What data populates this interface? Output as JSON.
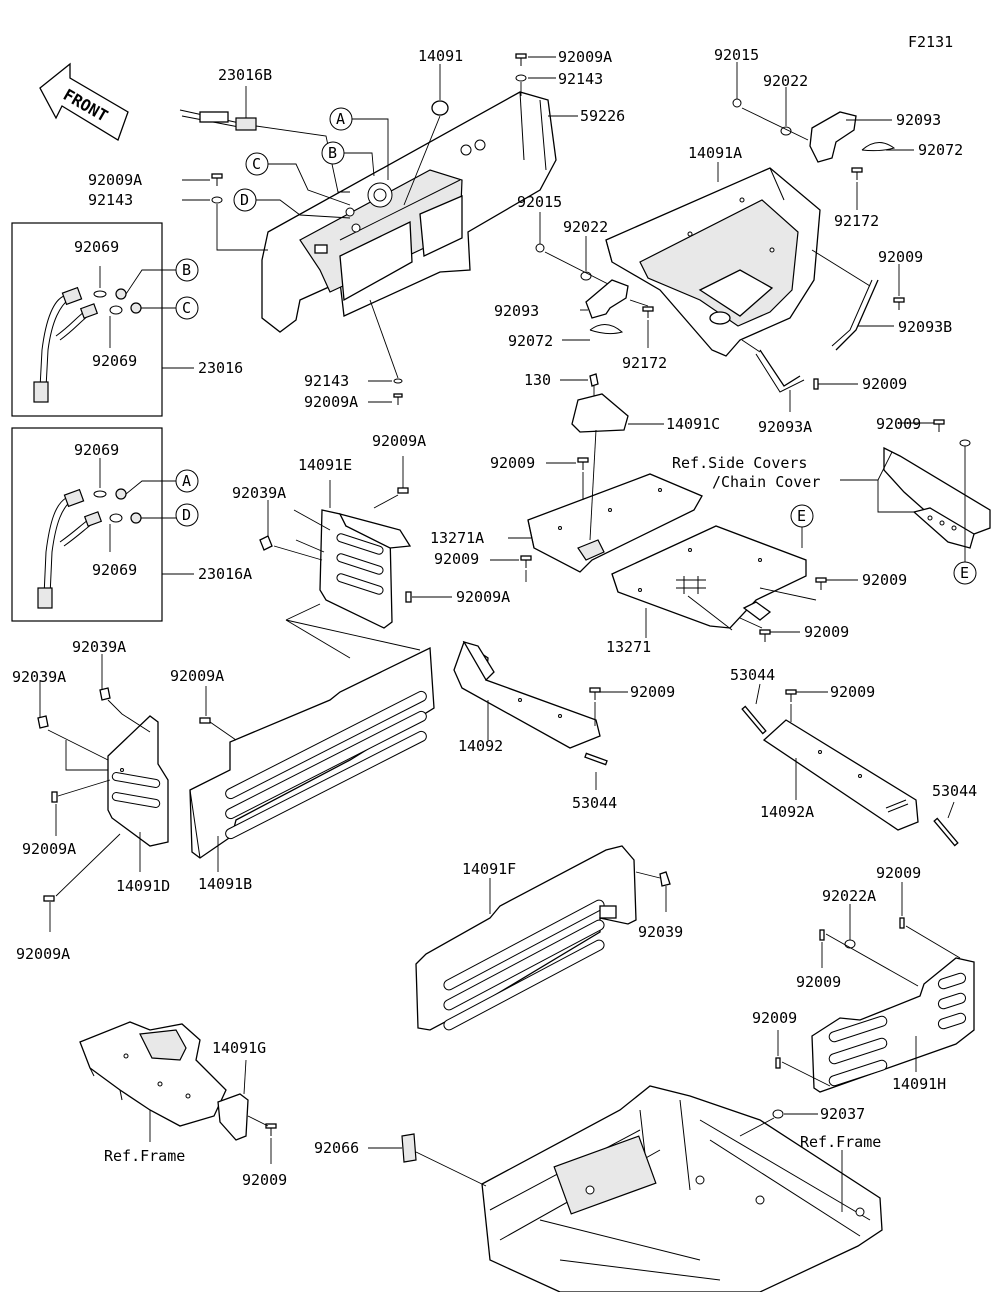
{
  "figure_code": "F2131",
  "front_arrow_label": "FRONT",
  "callouts": {
    "A": "A",
    "B": "B",
    "C": "C",
    "D": "D",
    "E": "E"
  },
  "parts": {
    "p14091_top": "14091",
    "p23016B": "23016B",
    "p92009A_t1": "92009A",
    "p92143_t1": "92143",
    "p59226": "59226",
    "p92015_a": "92015",
    "p92022_a": "92022",
    "p92093_a": "92093",
    "p92072_a": "92072",
    "p92172_a": "92172",
    "p14091A": "14091A",
    "p92009A_l1": "92009A",
    "p92143_l1": "92143",
    "p92015_b": "92015",
    "p92022_b": "92022",
    "p92093_b": "92093",
    "p92072_b": "92072",
    "p92172_b": "92172",
    "p92009_r1": "92009",
    "p92093B": "92093B",
    "p92069_1": "92069",
    "p92069_2": "92069",
    "p23016": "23016",
    "p92143_m": "92143",
    "p92009A_m": "92009A",
    "p130": "130",
    "p14091C": "14091C",
    "p92009_r2": "92009",
    "p92093A": "92093A",
    "p92009_r3": "92009",
    "p92069_3": "92069",
    "p92069_4": "92069",
    "p23016A": "23016A",
    "p14091E": "14091E",
    "p92009A_e": "92009A",
    "p92039A_e": "92039A",
    "p92009A_e2": "92009A",
    "p92009_c1": "92009",
    "p13271A": "13271A",
    "p92009_c2": "92009",
    "p13271": "13271",
    "p92009_c3": "92009",
    "p92009_c4": "92009",
    "ref_side_covers": "Ref.Side Covers",
    "ref_chain_cover": "/Chain Cover",
    "p92039A_l1": "92039A",
    "p92039A_l2": "92039A",
    "p92009A_l2": "92009A",
    "p92009A_l3": "92009A",
    "p14091D": "14091D",
    "p14091B": "14091B",
    "p92009A_l4": "92009A",
    "p14092": "14092",
    "p92009_d1": "92009",
    "p53044_a": "53044",
    "p53044_b": "53044",
    "p92009_d2": "92009",
    "p14092A": "14092A",
    "p53044_c": "53044",
    "p14091F": "14091F",
    "p92039": "92039",
    "p92009_h1": "92009",
    "p92022A": "92022A",
    "p92009_h2": "92009",
    "p92009_h3": "92009",
    "p14091H": "14091H",
    "p14091G": "14091G",
    "ref_frame_left": "Ref.Frame",
    "p92009_g": "92009",
    "p92037": "92037",
    "p92066": "92066",
    "ref_frame_right": "Ref.Frame"
  }
}
